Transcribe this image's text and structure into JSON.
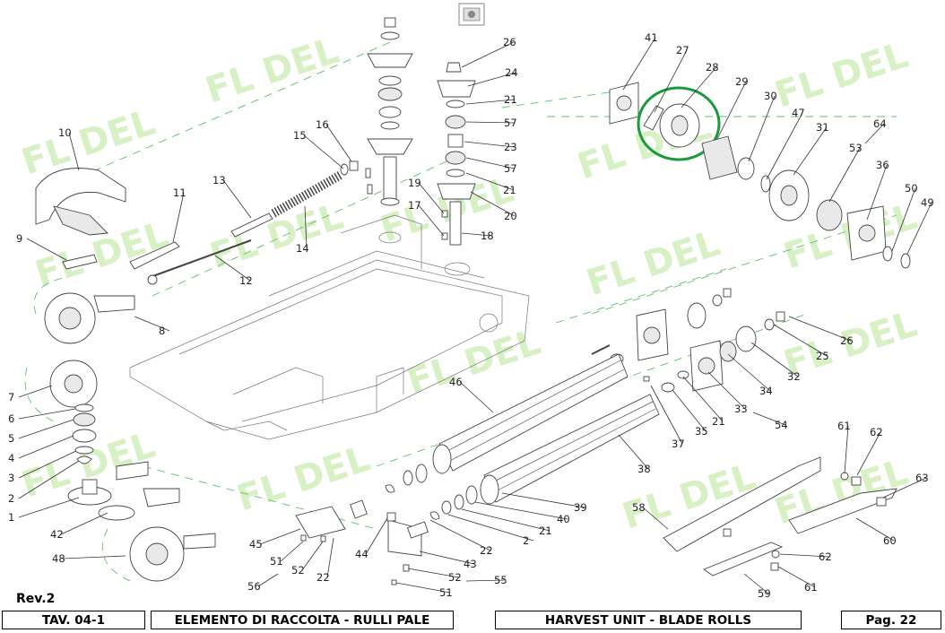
{
  "revision": "Rev.2",
  "title_block": {
    "table": "TAV.  04-1",
    "title_it": "ELEMENTO DI RACCOLTA - RULLI PALE",
    "title_en": "HARVEST UNIT - BLADE ROLLS",
    "page": "Pag. 22"
  },
  "watermark_text": "FL  DEL",
  "highlight_color": "#1a9a3c",
  "part_labels": [
    "1",
    "2",
    "3",
    "4",
    "5",
    "6",
    "7",
    "8",
    "9",
    "10",
    "11",
    "12",
    "13",
    "14",
    "15",
    "16",
    "17",
    "18",
    "19",
    "20",
    "21",
    "22",
    "23",
    "24",
    "25",
    "26",
    "27",
    "28",
    "29",
    "30",
    "31",
    "32",
    "33",
    "34",
    "35",
    "36",
    "37",
    "38",
    "39",
    "40",
    "41",
    "42",
    "43",
    "44",
    "45",
    "46",
    "47",
    "48",
    "49",
    "50",
    "51",
    "52",
    "53",
    "54",
    "55",
    "56",
    "57",
    "58",
    "59",
    "60",
    "61",
    "62",
    "63",
    "64"
  ],
  "callouts": [
    {
      "n": "41"
    },
    {
      "n": "27"
    },
    {
      "n": "28"
    },
    {
      "n": "29"
    },
    {
      "n": "30"
    },
    {
      "n": "47"
    },
    {
      "n": "31"
    },
    {
      "n": "64"
    },
    {
      "n": "53"
    },
    {
      "n": "36"
    },
    {
      "n": "50"
    },
    {
      "n": "49"
    },
    {
      "n": "26"
    },
    {
      "n": "24"
    },
    {
      "n": "21"
    },
    {
      "n": "57"
    },
    {
      "n": "23"
    },
    {
      "n": "57"
    },
    {
      "n": "21"
    },
    {
      "n": "20"
    },
    {
      "n": "18"
    },
    {
      "n": "17"
    },
    {
      "n": "19"
    },
    {
      "n": "10"
    },
    {
      "n": "16"
    },
    {
      "n": "15"
    },
    {
      "n": "13"
    },
    {
      "n": "11"
    },
    {
      "n": "14"
    },
    {
      "n": "9"
    },
    {
      "n": "12"
    },
    {
      "n": "8"
    },
    {
      "n": "7"
    },
    {
      "n": "6"
    },
    {
      "n": "5"
    },
    {
      "n": "4"
    },
    {
      "n": "3"
    },
    {
      "n": "2"
    },
    {
      "n": "1"
    },
    {
      "n": "42"
    },
    {
      "n": "48"
    },
    {
      "n": "26"
    },
    {
      "n": "25"
    },
    {
      "n": "32"
    },
    {
      "n": "34"
    },
    {
      "n": "33"
    },
    {
      "n": "21"
    },
    {
      "n": "54"
    },
    {
      "n": "35"
    },
    {
      "n": "37"
    },
    {
      "n": "46"
    },
    {
      "n": "38"
    },
    {
      "n": "39"
    },
    {
      "n": "40"
    },
    {
      "n": "21"
    },
    {
      "n": "2"
    },
    {
      "n": "22"
    },
    {
      "n": "43"
    },
    {
      "n": "52"
    },
    {
      "n": "51"
    },
    {
      "n": "55"
    },
    {
      "n": "44"
    },
    {
      "n": "45"
    },
    {
      "n": "51"
    },
    {
      "n": "52"
    },
    {
      "n": "22"
    },
    {
      "n": "56"
    },
    {
      "n": "61"
    },
    {
      "n": "62"
    },
    {
      "n": "63"
    },
    {
      "n": "58"
    },
    {
      "n": "60"
    },
    {
      "n": "62"
    },
    {
      "n": "59"
    },
    {
      "n": "61"
    }
  ]
}
